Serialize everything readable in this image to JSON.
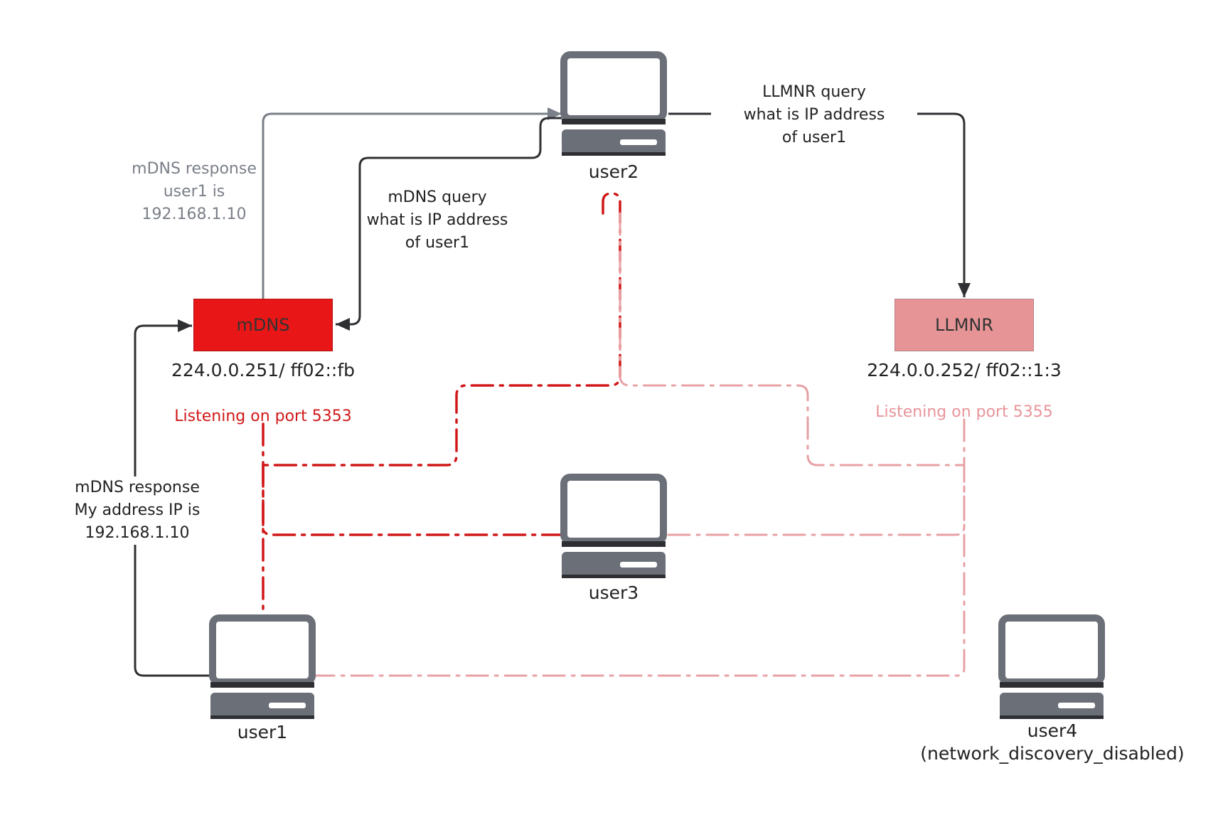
{
  "nodes": {
    "user1": {
      "label": "user1"
    },
    "user2": {
      "label": "user2"
    },
    "user3": {
      "label": "user3"
    },
    "user4": {
      "label": "user4",
      "sublabel": "(network_discovery_disabled)"
    }
  },
  "services": {
    "mdns": {
      "label": "mDNS",
      "address": "224.0.0.251/ ff02::fb",
      "port_text": "Listening on port 5353",
      "color": "#e81616"
    },
    "llmnr": {
      "label": "LLMNR",
      "address": "224.0.0.252/ ff02::1:3",
      "port_text": "Listening on port 5355",
      "color": "#e69496"
    }
  },
  "messages": {
    "llmnr_query": [
      "LLMNR query",
      "what is IP address",
      "of user1"
    ],
    "mdns_query": [
      "mDNS query",
      "what is IP address",
      "of user1"
    ],
    "mdns_response_top": [
      "mDNS response",
      "user1 is",
      "192.168.1.10"
    ],
    "mdns_response_bottom": [
      "mDNS response",
      "My address IP is",
      "192.168.1.10"
    ]
  },
  "colors": {
    "computer": "#6b6f78",
    "arrow_dark": "#2e3033",
    "arrow_gray": "#7a7f88",
    "mdns_link": "#d01818",
    "llmnr_link": "#e8a0a4"
  }
}
